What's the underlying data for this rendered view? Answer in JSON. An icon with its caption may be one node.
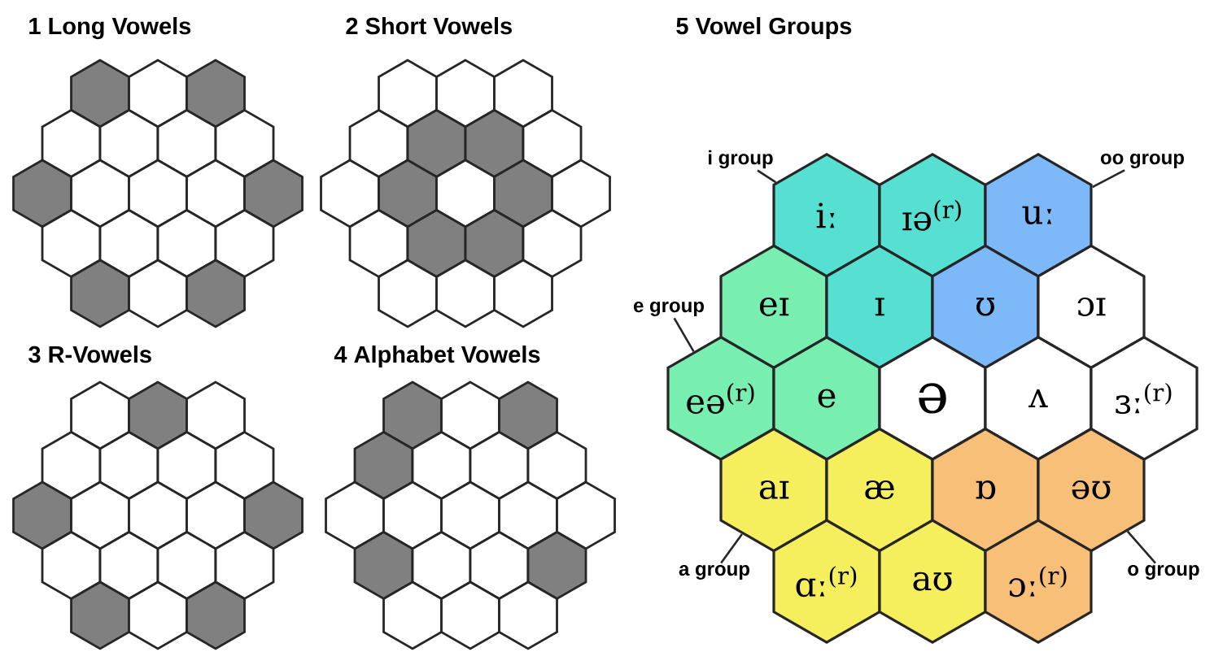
{
  "diagram": {
    "nodes": [
      {
        "text": [],
        "shape": "hexagon"
      },
      {
        "text": [],
        "shape": "hexagon"
      },
      {
        "text": [],
        "shape": "hexagon"
      },
      {
        "text": [],
        "shape": "hexagon"
      },
      {
        "text": [],
        "shape": "hexagon"
      },
      {
        "text": [],
        "shape": "hexagon"
      },
      {
        "text": [],
        "shape": "hexagon"
      },
      {
        "text": [],
        "shape": "hexagon"
      },
      {
        "text": [],
        "shape": "hexagon"
      },
      {
        "text": [],
        "shape": "hexagon"
      },
      {
        "text": [],
        "shape": "hexagon"
      },
      {
        "text": [],
        "shape": "hexagon"
      },
      {
        "text": [],
        "shape": "hexagon"
      },
      {
        "text": [],
        "shape": "hexagon"
      },
      {
        "text": [],
        "shape": "hexagon"
      },
      {
        "text": [],
        "shape": "hexagon"
      },
      {
        "text": [],
        "shape": "hexagon"
      },
      {
        "text": [],
        "shape": "hexagon"
      },
      {
        "text": [],
        "shape": "hexagon"
      },
      {
        "text": [],
        "shape": "hexagon"
      },
      {
        "text": [],
        "shape": "hexagon"
      },
      {
        "text": [],
        "shape": "hexagon"
      },
      {
        "text": [],
        "shape": "hexagon"
      },
      {
        "text": [],
        "shape": "hexagon"
      },
      {
        "text": [],
        "shape": "hexagon"
      },
      {
        "text": [],
        "shape": "hexagon"
      },
      {
        "text": [],
        "shape": "hexagon"
      },
      {
        "text": [],
        "shape": "hexagon"
      },
      {
        "text": [],
        "shape": "hexagon"
      },
      {
        "text": [],
        "shape": "hexagon"
      },
      {
        "text": [],
        "shape": "hexagon"
      },
      {
        "text": [],
        "shape": "hexagon"
      },
      {
        "text": [],
        "shape": "hexagon"
      },
      {
        "text": [],
        "shape": "hexagon"
      },
      {
        "text": [],
        "shape": "hexagon"
      },
      {
        "text": [],
        "shape": "hexagon"
      },
      {
        "text": [],
        "shape": "hexagon"
      },
      {
        "text": [],
        "shape": "hexagon"
      },
      {
        "text": [],
        "shape": "hexagon"
      },
      {
        "text": [],
        "shape": "hexagon"
      },
      {
        "text": [],
        "shape": "hexagon"
      },
      {
        "text": [],
        "shape": "hexagon"
      },
      {
        "text": [],
        "shape": "hexagon"
      },
      {
        "text": [],
        "shape": "hexagon"
      },
      {
        "text": [],
        "shape": "hexagon"
      },
      {
        "text": [],
        "shape": "hexagon"
      },
      {
        "text": [],
        "shape": "hexagon"
      },
      {
        "text": [],
        "shape": "hexagon"
      },
      {
        "text": [],
        "shape": "hexagon"
      },
      {
        "text": [],
        "shape": "hexagon"
      },
      {
        "text": [],
        "shape": "hexagon"
      },
      {
        "text": [],
        "shape": "hexagon"
      },
      {
        "text": [],
        "shape": "hexagon"
      },
      {
        "text": [],
        "shape": "hexagon"
      },
      {
        "text": [],
        "shape": "hexagon"
      },
      {
        "text": [],
        "shape": "hexagon"
      },
      {
        "text": [],
        "shape": "hexagon"
      },
      {
        "text": [],
        "shape": "hexagon"
      },
      {
        "text": [],
        "shape": "hexagon"
      },
      {
        "text": [],
        "shape": "hexagon"
      },
      {
        "text": [],
        "shape": "hexagon"
      },
      {
        "text": [],
        "shape": "hexagon"
      },
      {
        "text": [],
        "shape": "hexagon"
      },
      {
        "text": [],
        "shape": "hexagon"
      },
      {
        "text": [],
        "shape": "hexagon"
      },
      {
        "text": [],
        "shape": "hexagon"
      },
      {
        "text": [],
        "shape": "hexagon"
      },
      {
        "text": [],
        "shape": "hexagon"
      },
      {
        "text": [],
        "shape": "hexagon"
      },
      {
        "text": [],
        "shape": "hexagon"
      },
      {
        "text": [],
        "shape": "hexagon"
      },
      {
        "text": [],
        "shape": "hexagon"
      },
      {
        "text": [],
        "shape": "hexagon"
      },
      {
        "text": [],
        "shape": "hexagon"
      },
      {
        "text": [],
        "shape": "hexagon"
      },
      {
        "text": [],
        "shape": "hexagon"
      },
      {
        "text": [
          "iː"
        ]
      },
      {
        "text": [
          "ɪə$^{(r)}$"
        ]
      },
      {
        "text": [
          "uː"
        ]
      },
      {
        "text": [
          "eɪ"
        ]
      },
      {
        "text": [
          "ɪ"
        ]
      },
      {
        "text": [
          "ʊ"
        ]
      },
      {
        "text": [
          "ɔɪ"
        ]
      },
      {
        "text": [
          "eə$^{(r)}$"
        ]
      },
      {
        "text": [
          "e"
        ]
      },
      {
        "text": [
          "ə"
        ]
      },
      {
        "text": [
          "ʌ"
        ]
      },
      {
        "text": [
          "ɜː$^{(r)}$"
        ]
      },
      {
        "text": [
          "aɪ"
        ]
      },
      {
        "text": [
          "æ"
        ]
      },
      {
        "text": [
          "ɒ"
        ]
      },
      {
        "text": [
          "əʊ"
        ]
      },
      {
        "text": [
          "ɑː$^{(r)}$"
        ]
      },
      {
        "text": [
          "aʊ"
        ]
      },
      {
        "text": [
          "ɔː$^{(r)}$"
        ]
      },
      {
        "text": [
          "i group"
        ]
      },
      {
        "text": [
          "oo group"
        ]
      },
      {
        "text": [
          "e group"
        ]
      },
      {
        "text": [
          "a group"
        ]
      },
      {
        "text": [
          "o group"
        ]
      }
    ],
    "edges": [
      {
        "from": 95,
        "to": 76,
        "arrow": "none"
      },
      {
        "from": 96,
        "to": 78,
        "arrow": "none"
      },
      {
        "from": 97,
        "to": 83,
        "arrow": "none"
      },
      {
        "from": 98,
        "to": 88,
        "arrow": "none"
      },
      {
        "from": 99,
        "to": 91,
        "arrow": "none"
      }
    ],
    "labels": [
      "1 Long Vowels",
      "2 Short Vowels",
      "5 Vowel Groups",
      "3 R-Vowels",
      "4 Alphabet Vowels"
    ]
  }
}
